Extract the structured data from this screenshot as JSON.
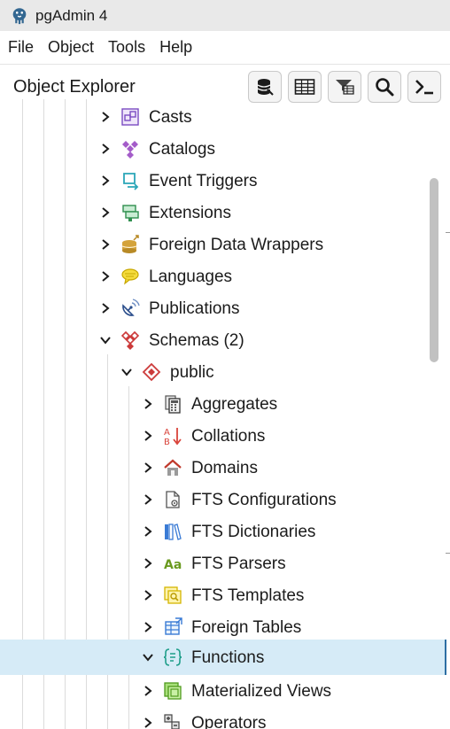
{
  "window": {
    "title": "pgAdmin 4",
    "logo_icon": "elephant-icon"
  },
  "menu": [
    {
      "label": "File"
    },
    {
      "label": "Object"
    },
    {
      "label": "Tools"
    },
    {
      "label": "Help"
    }
  ],
  "panel": {
    "title": "Object Explorer",
    "toolbar": [
      {
        "icon": "database-query-icon"
      },
      {
        "icon": "table-view-icon"
      },
      {
        "icon": "filter-table-icon"
      },
      {
        "icon": "search-icon"
      },
      {
        "icon": "terminal-icon"
      }
    ]
  },
  "tree": {
    "nodes": [
      {
        "label": "Casts",
        "icon": "casts-icon",
        "expanded": false
      },
      {
        "label": "Catalogs",
        "icon": "catalogs-icon",
        "expanded": false
      },
      {
        "label": "Event Triggers",
        "icon": "event-triggers-icon",
        "expanded": false
      },
      {
        "label": "Extensions",
        "icon": "extensions-icon",
        "expanded": false
      },
      {
        "label": "Foreign Data Wrappers",
        "icon": "foreign-data-wrappers-icon",
        "expanded": false
      },
      {
        "label": "Languages",
        "icon": "languages-icon",
        "expanded": false
      },
      {
        "label": "Publications",
        "icon": "publications-icon",
        "expanded": false
      },
      {
        "label": "Schemas (2)",
        "icon": "schemas-icon",
        "expanded": true
      },
      {
        "label": "public",
        "icon": "schema-public-icon",
        "expanded": true
      },
      {
        "label": "Aggregates",
        "icon": "aggregates-icon",
        "expanded": false
      },
      {
        "label": "Collations",
        "icon": "collations-icon",
        "expanded": false
      },
      {
        "label": "Domains",
        "icon": "domains-icon",
        "expanded": false
      },
      {
        "label": "FTS Configurations",
        "icon": "fts-configurations-icon",
        "expanded": false
      },
      {
        "label": "FTS Dictionaries",
        "icon": "fts-dictionaries-icon",
        "expanded": false
      },
      {
        "label": "FTS Parsers",
        "icon": "fts-parsers-icon",
        "expanded": false
      },
      {
        "label": "FTS Templates",
        "icon": "fts-templates-icon",
        "expanded": false
      },
      {
        "label": "Foreign Tables",
        "icon": "foreign-tables-icon",
        "expanded": false
      },
      {
        "label": "Functions",
        "icon": "functions-icon",
        "expanded": true,
        "selected": true
      },
      {
        "label": "Materialized Views",
        "icon": "materialized-views-icon",
        "expanded": false
      },
      {
        "label": "Operators",
        "icon": "operators-icon",
        "expanded": false
      }
    ]
  },
  "colors": {
    "selection": "#d6ebf7",
    "selection_edge": "#2d6ea3",
    "titlebar": "#e9e9e9"
  }
}
